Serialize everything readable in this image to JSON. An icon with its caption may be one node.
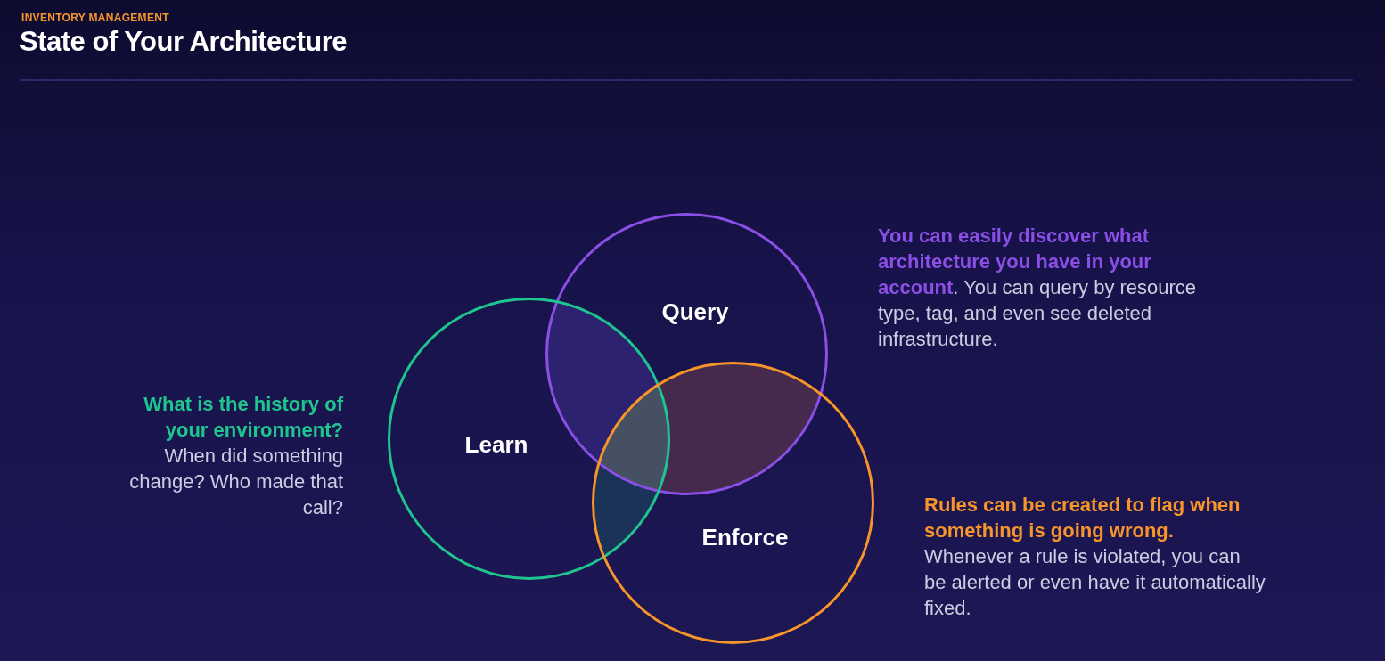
{
  "diagram": {
    "title": "State of Your Architecture",
    "nodes": [
      {
        "text": [
          "Query"
        ]
      },
      {
        "text": [
          "Learn"
        ]
      },
      {
        "text": [
          "Enforce"
        ]
      }
    ],
    "labels": [
      "INVENTORY MANAGEMENT",
      "**You can easily discover what architecture you have in your account**. You can query by resource type, tag, and even see deleted infrastructure.",
      "**What is the history of your environment?** When did something change? Who made that call?",
      "**Rules can be created to flag when something is going wrong.** Whenever a rule is violated, you can be alerted or even have it automatically fixed."
    ]
  }
}
